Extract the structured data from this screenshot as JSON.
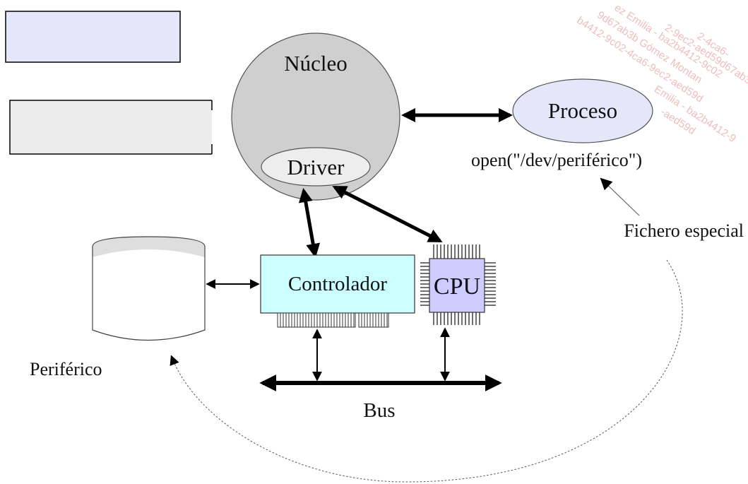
{
  "labels": {
    "nucleo": "Núcleo",
    "driver": "Driver",
    "proceso": "Proceso",
    "open_call": "open(\"/dev/periférico\")",
    "fichero_especial": "Fichero especial",
    "controlador": "Controlador",
    "cpu": "CPU",
    "periferico": "Periférico",
    "bus": "Bus"
  },
  "watermark": [
    "2-4ca6-",
    "ez Emilia - ba2b4412-9c02",
    "9d67ab3b Gómez Montan",
    "b4412-9c02-4ca6-9ec2-aed59d",
    "2-9ec2-aed59d67ab3b",
    "Emilia - ba2b4412-9",
    "-aed59d"
  ],
  "colors": {
    "legend_box_1": "#e6e6fa",
    "legend_box_2": "#ececec",
    "kernel_fill": "#cfcfcf",
    "driver_fill": "#ededed",
    "process_fill": "#e6e6fa",
    "controller_fill": "#ccffff",
    "cpu_fill": "#ccccff",
    "peripheral_top": "#dedede",
    "watermark": "#e8a8a8"
  }
}
